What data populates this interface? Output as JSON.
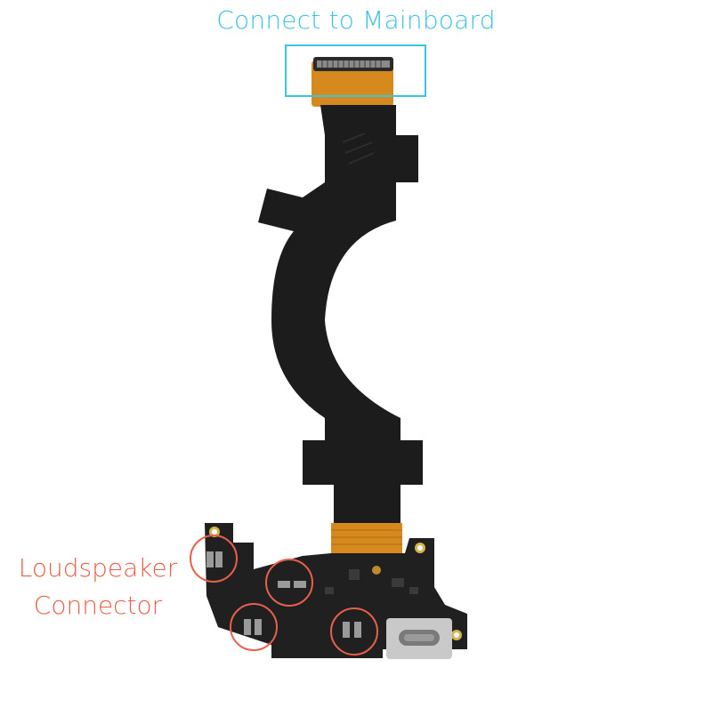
{
  "labels": {
    "mainboard": "Connect to Mainboard",
    "loudspeaker_line1": "Loudspeaker",
    "loudspeaker_line2": "Connector"
  },
  "colors": {
    "mainboard_label": "#3cc3e0",
    "loudspeaker_label": "#e8604a",
    "highlight_box": "#3cc3e0",
    "highlight_circle": "#e8604a",
    "flex_cable": "#1c1c1c",
    "copper_flex": "#d68a1e",
    "board": "#202020",
    "usb_port": "#c9c9c9"
  },
  "icons": [
    "board-connector-icon",
    "usb-c-port-icon",
    "speaker-contact-icon"
  ]
}
